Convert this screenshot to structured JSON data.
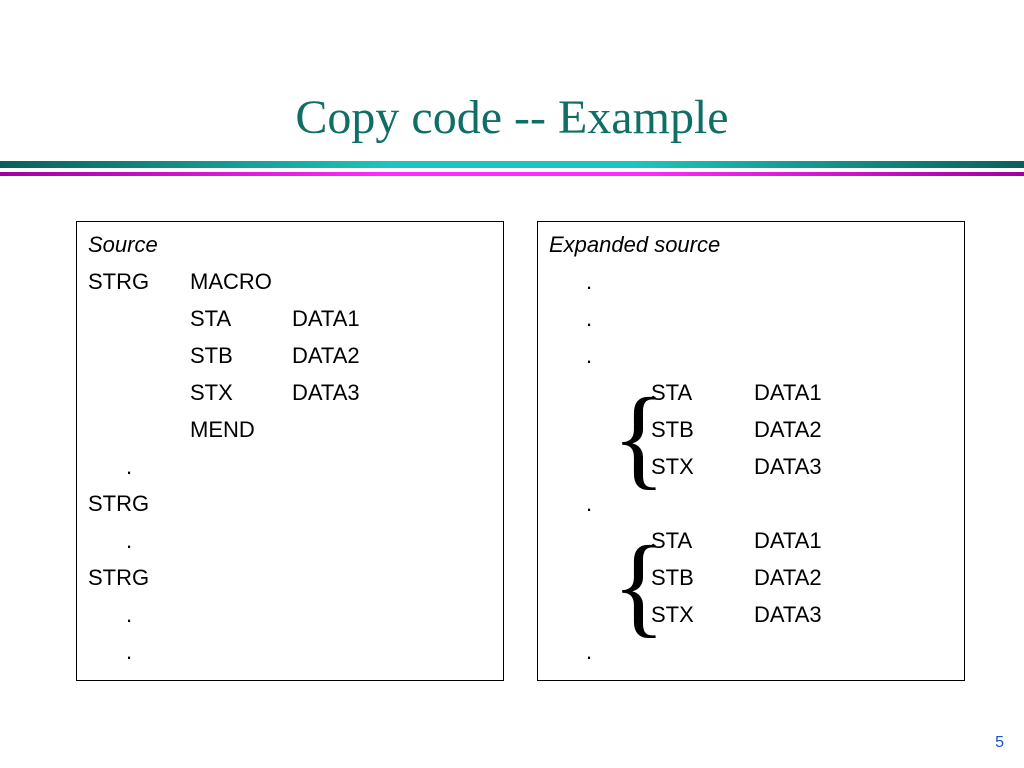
{
  "title": "Copy code -- Example",
  "page_number": "5",
  "colors": {
    "title": "#0f6e66",
    "rule_teal": "#1fc4bc",
    "rule_magenta": "#ff2cff",
    "page_number": "#1a4fd6"
  },
  "source_panel": {
    "heading": "Source",
    "lines": [
      [
        "STRG",
        "MACRO",
        ""
      ],
      [
        "",
        "STA",
        "DATA1"
      ],
      [
        "",
        "STB",
        "DATA2"
      ],
      [
        "",
        "STX",
        "DATA3"
      ],
      [
        "",
        "MEND",
        ""
      ],
      [
        ".",
        "",
        ""
      ],
      [
        "STRG",
        "",
        ""
      ],
      [
        ".",
        "",
        ""
      ],
      [
        "STRG",
        "",
        ""
      ],
      [
        ".",
        "",
        ""
      ],
      [
        ".",
        "",
        ""
      ]
    ]
  },
  "expanded_panel": {
    "heading": "Expanded source",
    "lines": [
      [
        ".",
        "",
        ""
      ],
      [
        ".",
        "",
        ""
      ],
      [
        ".",
        "",
        ""
      ],
      [
        "",
        "STA",
        "DATA1"
      ],
      [
        "",
        "STB",
        "DATA2"
      ],
      [
        "",
        "STX",
        "DATA3"
      ],
      [
        ".",
        "",
        ""
      ],
      [
        "",
        "STA",
        "DATA1"
      ],
      [
        "",
        "STB",
        "DATA2"
      ],
      [
        "",
        "STX",
        "DATA3"
      ],
      [
        ".",
        "",
        ""
      ]
    ],
    "brace_symbol": "{"
  }
}
